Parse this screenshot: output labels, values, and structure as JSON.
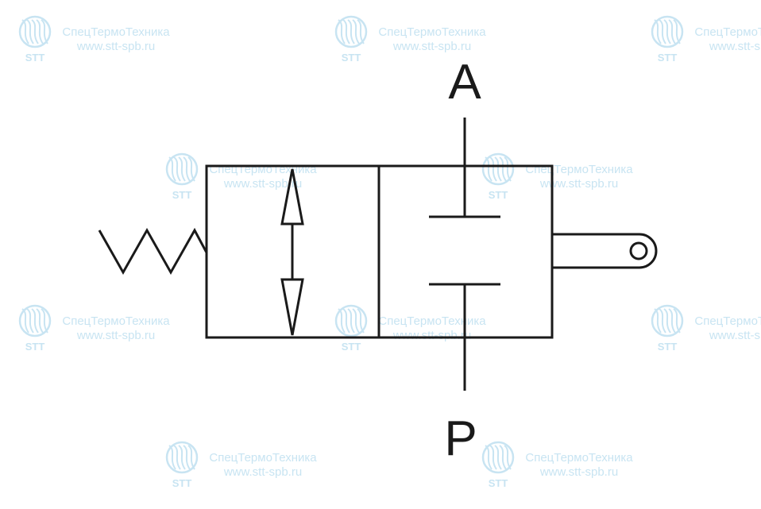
{
  "diagram": {
    "port_top_label": "A",
    "port_bottom_label": "P",
    "line_color": "#1a1a1a"
  },
  "watermark": {
    "company": "СпецТермоТехника",
    "url": "www.stt-spb.ru",
    "logo_text": "STT",
    "color": "#bfe0f0",
    "logo_icon": "wave-circle-icon"
  }
}
